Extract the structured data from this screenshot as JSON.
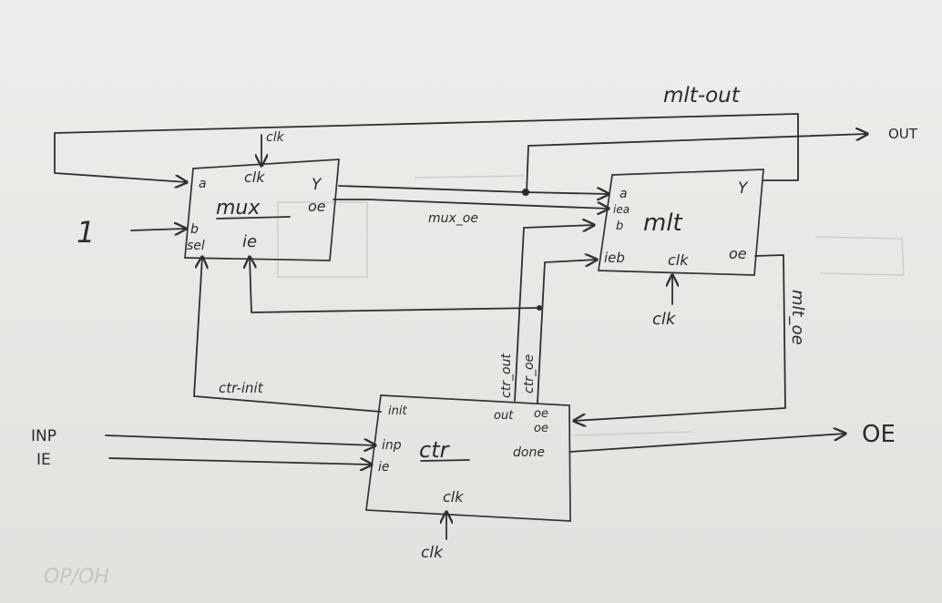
{
  "blocks": {
    "mux": {
      "name": "mux",
      "ports": {
        "a": "a",
        "b": "b",
        "sel": "sel",
        "clk": "clk",
        "y": "Y",
        "oe": "oe",
        "ie": "ie"
      }
    },
    "mlt": {
      "name": "mlt",
      "ports": {
        "a": "a",
        "iea": "iea",
        "b": "b",
        "ieb": "ieb",
        "clk": "clk",
        "y": "Y",
        "oe": "oe"
      }
    },
    "ctr": {
      "name": "ctr",
      "ports": {
        "init": "init",
        "inp": "inp",
        "ie": "ie",
        "out": "out",
        "oe1": "oe",
        "oe2": "oe",
        "done": "done",
        "clk": "clk"
      }
    }
  },
  "signals": {
    "mlt_out": "mlt-out",
    "out": "OUT",
    "mux_oe": "mux_oe",
    "mlt_oe": "mlt_oe",
    "ctr_init": "ctr-init",
    "ctr_out": "ctr_out",
    "ctr_oe": "ctr_oe",
    "oe_out": "OE",
    "const_one": "1",
    "inp": "INP",
    "ie": "IE",
    "clk_mux": "clk",
    "clk_mlt": "clk",
    "clk_ctr": "clk"
  },
  "watermark": "OP/OH"
}
